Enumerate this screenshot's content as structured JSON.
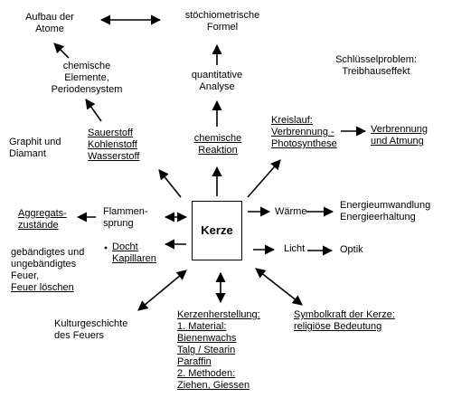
{
  "center": "Kerze",
  "nodes": {
    "atome": [
      "Aufbau der",
      "Atome"
    ],
    "formel": [
      "stöchiometrische",
      "Formel"
    ],
    "elemente": [
      "chemische",
      "Elemente,",
      "Periodensystem"
    ],
    "analyse": [
      "quantitative",
      "Analyse"
    ],
    "treibhaus": [
      "Schlüsselproblem:",
      "Treibhauseffekt"
    ],
    "graphit": [
      "Graphit und",
      "Diamant"
    ],
    "stoffe": [
      "Sauerstoff",
      "Kohlenstoff",
      "Wasserstoff"
    ],
    "reaktion": [
      "chemische",
      "Reaktion"
    ],
    "kreislauf": [
      "Kreislauf:",
      "Verbrennung -",
      "Photosynthese"
    ],
    "verbrennung": [
      "Verbrennung",
      "und Atmung"
    ],
    "aggregat": [
      "Aggregats-",
      "zustände"
    ],
    "flammen": [
      "Flammen-",
      "sprung"
    ],
    "waerme": [
      "Wärme"
    ],
    "energie": [
      "Energieumwandlung",
      "Energieerhaltung"
    ],
    "docht": [
      "Docht",
      "Kapillaren"
    ],
    "feuer": [
      "gebändigtes und",
      "ungebändigtes",
      "Feuer,",
      "Feuer löschen"
    ],
    "licht": [
      "Licht"
    ],
    "optik": [
      "Optik"
    ],
    "kultur": [
      "Kulturgeschichte",
      "des Feuers"
    ],
    "herstellung": [
      "Kerzenherstellung:",
      "1. Material:",
      "Bienenwachs",
      "Talg / Stearin",
      "Paraffin",
      "2. Methoden:",
      "Ziehen, Giessen"
    ],
    "symbol": [
      "Symbolkraft der Kerze:",
      "religiöse Bedeutung"
    ]
  }
}
